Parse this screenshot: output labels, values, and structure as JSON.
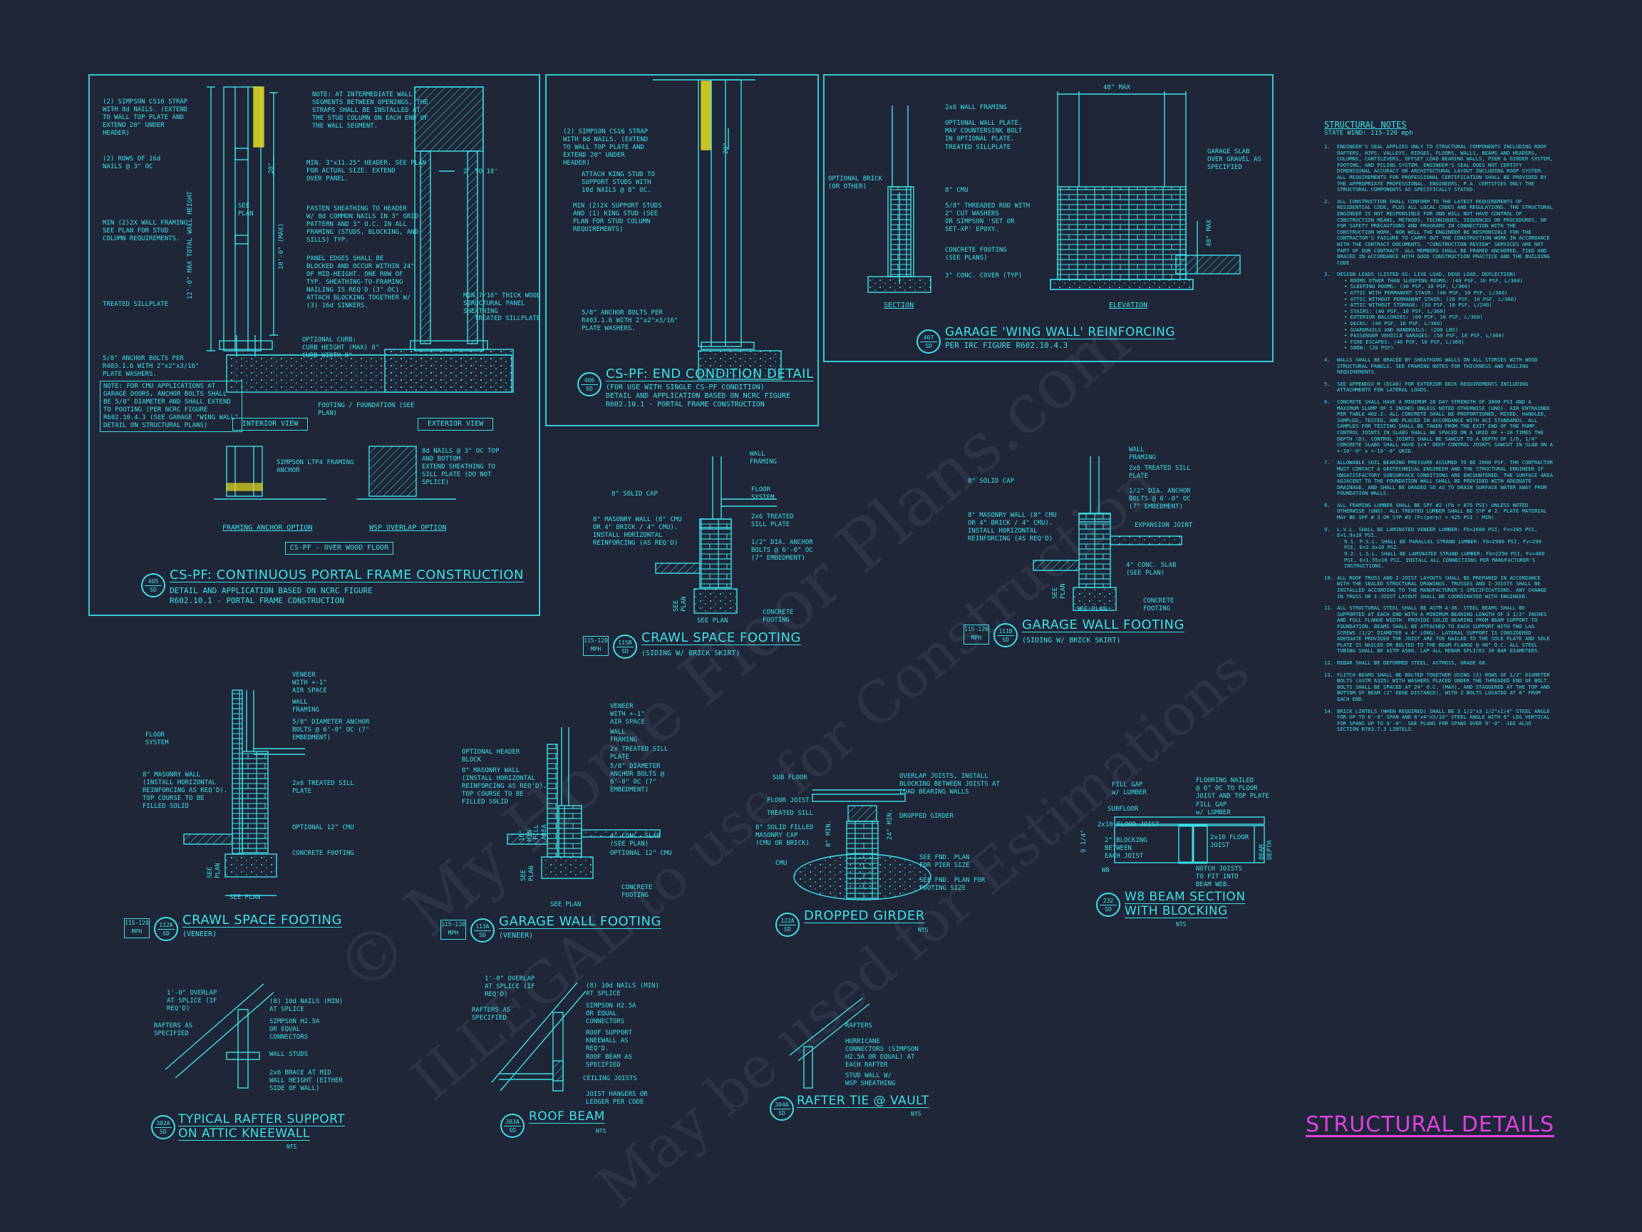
{
  "sheet": {
    "title": "STRUCTURAL DETAILS"
  },
  "watermark": {
    "line1": "© My Home Floor Plans.com",
    "line2": "ILLEGAL to use for Construction",
    "line3": "May be used for Estimations"
  },
  "details": {
    "d405": {
      "num": "405",
      "sheet": "SD",
      "title": "CS-PF: CONTINUOUS PORTAL FRAME CONSTRUCTION",
      "sub": "DETAIL AND APPLICATION BASED ON NCRC FIGURE\nR602.10.1 - PORTAL FRAME CONSTRUCTION",
      "interior": "INTERIOR VIEW",
      "exterior": "EXTERIOR VIEW",
      "framing_anchor": "FRAMING ANCHOR OPTION",
      "wsp_overlap": "WSP OVERLAP OPTION",
      "over_wood_floor": "CS-PF - OVER WOOD FLOOR",
      "labels": {
        "l1": "(2) SIMPSON CS16 STRAP\nWITH 8d NAILS. (EXTEND\nTO WALL TOP PLATE AND\nEXTEND 20\" UNDER\nHEADER)",
        "l2": "(2) ROWS OF 16d\nNAILS @ 3\" OC",
        "l3": "MIN (2)2X WALL FRAMING.\nSEE PLAN FOR STUD\nCOLUMN REQUIREMENTS.",
        "l4": "TREATED SILLPLATE",
        "l5": "5/8\" ANCHOR BOLTS PER\nR403.1.6 WITH 2\"x2\"x3/16\"\nPLATE WASHERS.",
        "l6": "NOTE: FOR CMU APPLICATIONS AT\nGARAGE DOORS, ANCHOR BOLTS SHALL\nBE 5/8\" DIAMETER AND SHALL EXTEND\nTO FOOTING (PER NCRC FIGURE\nR602.10.4.3 (SEE GARAGE \"WING WALL\"\nDETAIL ON STRUCTURAL PLANS)",
        "l7": "NOTE: AT INTERMEDIATE WALL\nSEGMENTS BETWEEN OPENINGS, THE\nSTRAPS SHALL BE INSTALLED AT\nTHE STUD COLUMN ON EACH END OF\nTHE WALL SEGMENT.",
        "l8": "MIN. 3\"x11.25\" HEADER. SEE PLAN\nFOR ACTUAL SIZE. EXTEND\nOVER PANEL.",
        "l9": "FASTEN SHEATHING TO HEADER\nW/ 8d COMMON NAILS IN 3\" GRID\nPATTERN AND 3\" O.C. IN ALL\nFRAMING (STUDS, BLOCKING, AND\nSILLS) TYP.",
        "l10": "PANEL EDGES SHALL BE\nBLOCKED AND OCCUR WITHIN 24\"\nOF MID-HEIGHT. ONE ROW OF\nTYP. SHEATHING-TO-FRAMING\nNAILING IS REQ'D (3\" OC).\nATTACH BLOCKING TOGETHER W/\n(3) 16d SINKERS.",
        "l11": "MIN 7/16\" THICK WOOD\nSTRUCTURAL PANEL\nSHEATHING",
        "l12": "TREATED SILLPLATE",
        "l13": "OPTIONAL CURB:\nCURB HEIGHT (MAX) 8\"\nCURB WIDTH 8\"",
        "l14": "FOOTING / FOUNDATION (SEE\nPLAN)",
        "l15": "2' TO 18'",
        "l16": "SIMPSON LTP4 FRAMING\nANCHOR",
        "l17": "8d NAILS @ 3\" OC TOP\nAND BOTTOM\nEXTEND SHEATHING TO\nSILL PLATE (DO NOT\nSPLICE)",
        "dim1": "12'-0\" MAX TOTAL WALL HEIGHT",
        "dim2": "10'-0\" (MAX)",
        "dim3": "20\"",
        "see_plan": "SEE\nPLAN"
      }
    },
    "d406": {
      "num": "406",
      "sheet": "SD",
      "title": "CS-PF: END CONDITION DETAIL",
      "sub": "(FOR USE WITH SINGLE CS-PF CONDITION)\nDETAIL AND APPLICATION BASED ON NCRC FIGURE\nR602.10.1 - PORTAL FRAME CONSTRUCTION",
      "labels": {
        "l1": "(2) SIMPSON CS16 STRAP\nWITH 8d NAILS. (EXTEND\nTO WALL TOP PLATE AND\nEXTEND 20\" UNDER\nHEADER)",
        "l2": "ATTACH KING STUD TO\nSUPPORT STUDS WITH\n10d NAILS @ 8\" OC.",
        "l3": "MIN (2)2X SUPPORT STUDS\nAND (1) KING STUD (SEE\nPLAN FOR STUD COLUMN\nREQUIREMENTS)",
        "l4": "5/8\" ANCHOR BOLTS PER\nR403.1.6 WITH 2\"x2\"x3/16\"\nPLATE WASHERS.",
        "dim": "20\""
      }
    },
    "d407": {
      "num": "407",
      "sheet": "SD",
      "title": "GARAGE 'WING WALL' REINFORCING",
      "sub": "PER IRC FIGURE R602.10.4.3",
      "section": "SECTION",
      "elevation": "ELEVATION",
      "labels": {
        "l1": "2x6 WALL FRAMING",
        "l2": "OPTIONAL WALL PLATE.\nMAY COUNTERSINK BOLT\nIN OPTIONAL PLATE.",
        "l3": "TREATED SILLPLATE",
        "l4": "OPTIONAL BRICK\n(OR OTHER)",
        "l5": "8\" CMU",
        "l6": "5/8\" THREADED ROD WITH\n2\" CUT WASHERS\nOR SIMPSON 'SET OR\nSET-XP' EPOXY.",
        "l7": "CONCRETE FOOTING\n(SEE PLANS)",
        "l8": "3\" CONC. COVER (TYP)",
        "l9": "GARAGE SLAB\nOVER GRAVEL AS\nSPECIFIED",
        "dim1": "48\" MAX",
        "dim2": "48\" MAX"
      }
    },
    "d115b": {
      "mph": "115-120\nMPH",
      "num": "115B",
      "sheet": "SD",
      "title": "CRAWL SPACE FOOTING",
      "sub": "(SIDING W/ BRICK SKIRT)",
      "labels": {
        "l1": "WALL\nFRAMING",
        "l2": "8\" SOLID CAP",
        "l3": "FLOOR\nSYSTEM",
        "l4": "8\" MASONRY WALL (8\" CMU\nOR 4\" BRICK / 4\" CMU).\nINSTALL HORIZONTAL\nREINFORCING (AS REQ'D)",
        "l5": "2x6 TREATED\nSILL PLATE",
        "l6": "1/2\" DIA. ANCHOR\nBOLTS @ 6'-0\" OC\n(7\" EMBEDMENT)",
        "l7": "CONCRETE\nFOOTING",
        "l8": "SEE PLAN",
        "l9": "SEE\nPLAN"
      }
    },
    "d111b": {
      "mph": "115-120\nMPH",
      "num": "111B",
      "sheet": "SD",
      "title": "GARAGE WALL FOOTING",
      "sub": "(SIDING W/ BRICK SKIRT)",
      "labels": {
        "l1": "WALL\nFRAMING",
        "l2": "8\" SOLID CAP",
        "l3": "2x6 TREATED SILL\nPLATE",
        "l4": "8\" MASONRY WALL (8\" CMU\nOR 4\" BRICK / 4\" CMU).\nINSTALL HORIZONTAL\nREINFORCING (AS REQ'D)",
        "l5": "1/2\" DIA. ANCHOR\nBOLTS @ 6'-0\" OC\n(7\" EMBEDMENT)",
        "l6": "EXPANSION JOINT",
        "l7": "4\" CONC. SLAB\n(SEE PLAN)",
        "l8": "CONCRETE\nFOOTING",
        "l9": "SEE PLAN",
        "l10": "SEE\nPLAN"
      }
    },
    "d112a": {
      "mph": "115-120\nMPH",
      "num": "112A",
      "sheet": "SD",
      "title": "CRAWL SPACE FOOTING",
      "sub": "(VENEER)",
      "labels": {
        "l1": "VENEER\nWITH +-1\"\nAIR SPACE",
        "l2": "WALL\nFRAMING",
        "l3": "5/8\" DIAMETER ANCHOR\nBOLTS @ 6'-0\" OC (7\"\nEMBEDMENT)",
        "l4": "FLOOR\nSYSTEM",
        "l5": "8\" MASONRY WALL\n(INSTALL HORIZONTAL\nREINFORCING AS REQ'D).\nTOP COURSE TO BE\nFILLED SOLID",
        "l6": "2x6 TREATED SILL\nPLATE",
        "l7": "OPTIONAL 12\" CMU",
        "l8": "CONCRETE FOOTING",
        "l9": "SEE PLAN",
        "l10": "SEE\nPLAN"
      }
    },
    "d113a": {
      "mph": "115-120\nMPH",
      "num": "113A",
      "sheet": "SD",
      "title": "GARAGE WALL FOOTING",
      "sub": "(VENEER)",
      "labels": {
        "l1": "VENEER\nWITH +-1\"\nAIR SPACE",
        "l2": "WALL\nFRAMING",
        "l3": "2x TREATED SILL\nPLATE",
        "l4": "5/8\" DIAMETER\nANCHOR BOLTS @\n6'-0\" OC (7\"\nEMBEDMENT)",
        "l5": "OPTIONAL HEADER\nBLOCK",
        "l6": "8\" MASONRY WALL\n(INSTALL HORIZONTAL\nREINFORCING AS REQ'D).\nTOP COURSE TO BE\nFILLED SOLID",
        "l7": "4\" CONC. SLAB\n(SEE PLAN)",
        "l8": "OPTIONAL 12\" CMU",
        "l9": "CONCRETE\nFOOTING",
        "l10": "SEE PLAN",
        "l11": "SEE\nPLAN",
        "l12": "16\"\nMIN",
        "l13": "FILL\nAREA"
      }
    },
    "d122a": {
      "num": "122A",
      "sheet": "SD",
      "title": "DROPPED GIRDER",
      "nts": "NTS",
      "labels": {
        "l1": "SUB FLOOR",
        "l2": "FLOOR JOIST",
        "l3": "TREATED SILL",
        "l4": "8\" SOLID FILLED\nMASONRY CAP\n(CMU OR BRICK)",
        "l5": "CMU",
        "l6": "OVERLAP JOISTS, INSTALL\nBLOCKING BETWEEN JOISTS AT\nLOAD BEARING WALLS",
        "l7": "DROPPED GIRDER",
        "l8": "SEE FND. PLAN\nFOR PIER SIZE",
        "l9": "SEE FND. PLAN FOR\nFOOTING SIZE",
        "l10": "24\" MIN.",
        "l11": "8\" MIN."
      }
    },
    "d232": {
      "num": "232",
      "sheet": "SD",
      "title": "W8 BEAM SECTION\nWITH BLOCKING",
      "nts": "NTS",
      "labels": {
        "l1": "FILL GAP\nw/ LUMBER",
        "l2": "SUBFLOOR",
        "l3": "2x10 FLOOR JOIST",
        "l4": "2\" BLOCKING\nBETWEEN\nEACH JOIST",
        "l5": "W8",
        "l6": "FLOORING NAILED\n@ 6\" OC TO FLOOR\nJOIST AND TOP PLATE",
        "l7": "FILL GAP\nw/ LUMBER",
        "l8": "2x10 FLOOR\nJOIST",
        "l9": "NOTCH JOISTS\nTO FIT INTO\nBEAM WEB.",
        "l10": "9 1/4\"",
        "l11": "BEAM\nDEPTH"
      }
    },
    "d302a1": {
      "num": "302A",
      "sheet": "SD",
      "title": "TYPICAL RAFTER SUPPORT\nON ATTIC KNEEWALL",
      "nts": "NTS",
      "labels": {
        "l1": "1'-0\" OVERLAP\nAT SPLICE (IF\nREQ'D)",
        "l2": "(8) 10d NAILS (MIN)\nAT SPLICE",
        "l3": "RAFTERS AS\nSPECIFIED",
        "l4": "SIMPSON H2.5A\nOR EQUAL\nCONNECTORS",
        "l5": "WALL STUDS",
        "l6": "2x6 BRACE AT MID\nWALL HEIGHT (EITHER\nSIDE OF WALL)"
      }
    },
    "d303a": {
      "num": "303A",
      "sheet": "SD",
      "title": "ROOF BEAM",
      "nts": "NTS",
      "labels": {
        "l1": "1'-0\" OVERLAP\nAT SPLICE (IF\nREQ'D)",
        "l2": "(8) 10d NAILS (MIN)\nAT SPLICE",
        "l3": "RAFTERS AS\nSPECIFIED",
        "l4": "SIMPSON H2.5A\nOR EQUAL\nCONNECTORS",
        "l5": "ROOF SUPPORT\nKNEEWALL AS\nREQ'D.",
        "l6": "ROOF BEAM AS\nSPECIFIED",
        "l7": "CEILING JOISTS",
        "l8": "JOIST HANGERS OR\nLEDGER PER CODE"
      }
    },
    "d304a": {
      "num": "304A",
      "sheet": "SD",
      "title": "RAFTER TIE @ VAULT",
      "nts": "NTS",
      "labels": {
        "l1": "RAFTERS",
        "l2": "HURRICANE\nCONNECTORS (SIMPSON\nH2.5A OR EQUAL) AT\nEACH RAFTER",
        "l3": "STUD WALL W/\nWSP SHEATHING"
      }
    }
  },
  "notes": {
    "title": "STRUCTURAL NOTES",
    "state": "STATE WIND: 115-120 mph",
    "items": [
      {
        "n": "1.",
        "t": "ENGINEER'S SEAL APPLIES ONLY TO STRUCTURAL COMPONENTS INCLUDING ROOF RAFTERS, HIPS, VALLEYS, RIDGES, FLOORS, WALLS, BEAMS AND HEADERS, COLUMNS, CANTILEVERS, OFFSET LOAD BEARING WALLS, PIER & GIRDER SYSTEM, FOOTING, AND PILING SYSTEM. ENGINEER'S SEAL DOES NOT CERTIFY DIMENSIONAL ACCURACY OR ARCHITECTURAL LAYOUT INCLUDING ROOF SYSTEM. ALL REQUIREMENTS FOR PROFESSIONAL CERTIFICATION SHALL BE PROVIDED BY THE APPROPRIATE PROFESSIONAL. ENGINEERS, P.A. CERTIFIES ONLY THE STRUCTURAL COMPONENTS AS SPECIFICALLY STATED."
      },
      {
        "n": "2.",
        "t": "ALL CONSTRUCTION SHALL CONFORM TO THE LATEST REQUIREMENTS OF RESIDENTIAL CODE, PLUS ALL LOCAL CODES AND REGULATIONS. THE STRUCTURAL ENGINEER IS NOT RESPONSIBLE FOR AND WILL NOT HAVE CONTROL OF CONSTRUCTION MEANS, METHODS, TECHNIQUES, SEQUENCES OR PROCEDURES, OR FOR SAFETY PRECAUTIONS AND PROGRAMS IN CONNECTION WITH THE CONSTRUCTION WORK, NOR WILL THE ENGINEER BE RESPONSIBLE FOR THE CONTRACTOR'S FAILURE TO CARRY OUT THE CONSTRUCTION WORK IN ACCORDANCE WITH THE CONTRACT DOCUMENTS. \"CONSTRUCTION REVIEW\" SERVICES ARE NOT PART OF OUR CONTRACT. ALL MEMBERS SHALL BE FRAMED ANCHORED, TIED AND BRACED IN ACCORDANCE WITH GOOD CONSTRUCTION PRACTICE AND THE BUILDING CODE."
      },
      {
        "n": "3.",
        "t": "DESIGN LOADS (LISTED AS: LIVE LOAD, DEAD LOAD, DEFLECTION)",
        "bullets": [
          "ROOMS OTHER THAN SLEEPING ROOMS: (40 PSF, 10 PSF, L/360)",
          "SLEEPING ROOMS: (30 PSF, 10 PSF, L/360)",
          "ATTIC WITH PERMANENT STAIR: (40 PSF, 10 PSF, L/360)",
          "ATTIC WITHOUT PERMANENT STAIR: (20 PSF, 10 PSF, L/360)",
          "ATTIC WITHOUT STORAGE: (10 PSF, 10 PSF, L/240)",
          "STAIRS: (40 PSF, 10 PSF, L/360)",
          "EXTERIOR BALCONIES: (60 PSF, 10 PSF, L/360)",
          "DECKS: (40 PSF, 10 PSF, L/360)",
          "GUARDRAILS AND HANDRAILS: (200 LBS)",
          "PASSENGER VEHICLE GARAGES: (50 PSF, 10 PSF, L/360)",
          "FIRE ESCAPES: (40 PSF, 10 PSF, L/360)",
          "SNOW: (20 PSF)"
        ]
      },
      {
        "n": "4.",
        "t": "WALLS SHALL BE BRACED BY SHEATHING WALLS ON ALL STORIES WITH WOOD STRUCTURAL PANELS. SEE FRAMING NOTES FOR THICKNESS AND NAILING REQUIREMENTS."
      },
      {
        "n": "5.",
        "t": "SEE APPENDIX M (DCA6) FOR EXTERIOR DECK REQUIREMENTS INCLUDING ATTACHMENTS FOR LATERAL LOADS."
      },
      {
        "n": "6.",
        "t": "CONCRETE SHALL HAVE A MINIMUM 28 DAY STRENGTH OF 3000 PSI AND A MAXIMUM SLUMP OF 5 INCHES UNLESS NOTED OTHERWISE (UNO). AIR ENTRAINED PER TABLE 402.2. ALL CONCRETE SHALL BE PROPORTIONED, MIXED, HANDLED, SAMPLED, TESTED, AND PLACED IN ACCORDANCE WITH ACI STANDARDS. ALL SAMPLES FOR TESTING SHALL BE TAKEN FROM THE EXIT END OF THE PUMP. CONTROL JOINTS IN SLABS SHALL BE SPACED ON A GRID OF +-30 TIMES THE DEPTH (D). CONTROL JOINTS SHALL BE SAWCUT TO A DEPTH OF 1/D, 1/4\" CONCRETE SLABS SHALL HAVE 3/4\" DEEP CONTROL JOINTS SAWCUT IN SLAB ON A +-10'-0\" x +-10'-0\" GRID."
      },
      {
        "n": "7.",
        "t": "ALLOWABLE SOIL BEARING PRESSURE ASSUMED TO BE 2000 PSF. THE CONTRACTOR MUST CONTACT A GEOTECHNICAL ENGINEER AND THE STRUCTURAL ENGINEER IF UNSATISFACTORY SUBSURFACE CONDITIONS ARE ENCOUNTERED. THE SURFACE AREA ADJACENT TO THE FOUNDATION WALL SHALL BE PROVIDED WITH ADEQUATE DRAINAGE, AND SHALL BE GRADED SO AS TO DRAIN SURFACE WATER AWAY FROM FOUNDATION WALLS."
      },
      {
        "n": "8.",
        "t": "ALL FRAMING LUMBER SHALL BE SPF #2 (Fb = 875 PSI) UNLESS NOTED OTHERWISE (UNO). ALL TREATED LUMBER SHALL BE SYP # 2. PLATE MATERIAL MAY BE SPF # 3 OR SYP #3 (Fc(perp) = 425 PSI - MIN)."
      },
      {
        "n": "9.",
        "t": "L.V.L. SHALL BE LAMINATED VENEER LUMBER: Fb=2600 PSI, Fv=285 PSI, E=1.9x10 PSI.",
        "subs": [
          "9.1. P.S.L. SHALL BE PARALLEL STRAND LUMBER: Fb=2900 PSI, Fv=290 PSI, E=2.0x10 PSI.",
          "9.2. L.S.L. SHALL BE LAMINATED STRAND LUMBER: Fb=2250 PSI, Fv=400 PSI, E=1.55x10 PSI. INSTALL ALL CONNECTIONS PER MANUFACTURER'S INSTRUCTIONS."
        ]
      },
      {
        "n": "10.",
        "t": "ALL ROOF TRUSS AND I-JOIST LAYOUTS SHALL BE PREPARED IN ACCORDANCE WITH THE SEALED STRUCTURAL DRAWINGS. TRUSSES AND I-JOISTS SHALL BE INSTALLED ACCORDING TO THE MANUFACTURER'S SPECIFICATIONS. ANY CHANGE IN TRUSS OR I-JOIST LAYOUT SHALL BE COORDINATED WITH ENGINEER."
      },
      {
        "n": "11.",
        "t": "ALL STRUCTURAL STEEL SHALL BE ASTM A-36. STEEL BEAMS SHALL BE SUPPORTED AT EACH END WITH A MINIMUM BEARING LENGTH OF 3 1/2\" INCHES AND FULL FLANGE WIDTH. PROVIDE SOLID BEARING FROM BEAM SUPPORT TO FOUNDATION. BEAMS SHALL BE ATTACHED TO EACH SUPPORT WITH TWO LAG SCREWS (1/2\" DIAMETER x 4\" LONG). LATERAL SUPPORT IS CONSIDERED ADEQUATE PROVIDED THE JOIST ARE TOE NAILED TO THE SOLE PLATE AND SOLE PLATE IS NAILED OR BOLTED TO THE BEAM FLANGE @ 48\" O.C. ALL STEEL TUBING SHALL BE ASTM A500, LAP ALL REBAR SPLICES 30 BAR DIAMETERS."
      },
      {
        "n": "12.",
        "t": "REBAR SHALL BE DEFORMED STEEL, ASTM615, GRADE 60."
      },
      {
        "n": "13.",
        "t": "FLITCH BEAMS SHALL BE BOLTED TOGETHER USING (2) ROWS OF 1/2\" DIAMETER BOLTS (ASTM A325) WITH WASHERS PLACED UNDER THE THREADED END OF BOLT. BOLTS SHALL BE SPACED AT 24\" O.C. (MAX), AND STAGGERED AT THE TOP AND BOTTOM OF BEAM (2\" EDGE DISTANCE), WITH 2 BOLTS LOCATED AT 6\" FROM EACH END."
      },
      {
        "n": "14.",
        "t": "BRICK LINTELS (WHEN REQUIRED) SHALL BE 3 1/2\"x3 1/2\"x1/4\" STEEL ANGLE FOR UP TO 6'-0\" SPAN AND 6\"x4\"x5/16\" STEEL ANGLE WITH 6\" LEG VERTICAL FOR SPANS UP TO 9'-0\". SEE PLANS FOR SPANS OVER 9'-0\". SEE ALSO SECTION R703.7.3 LINTELS."
      }
    ]
  }
}
